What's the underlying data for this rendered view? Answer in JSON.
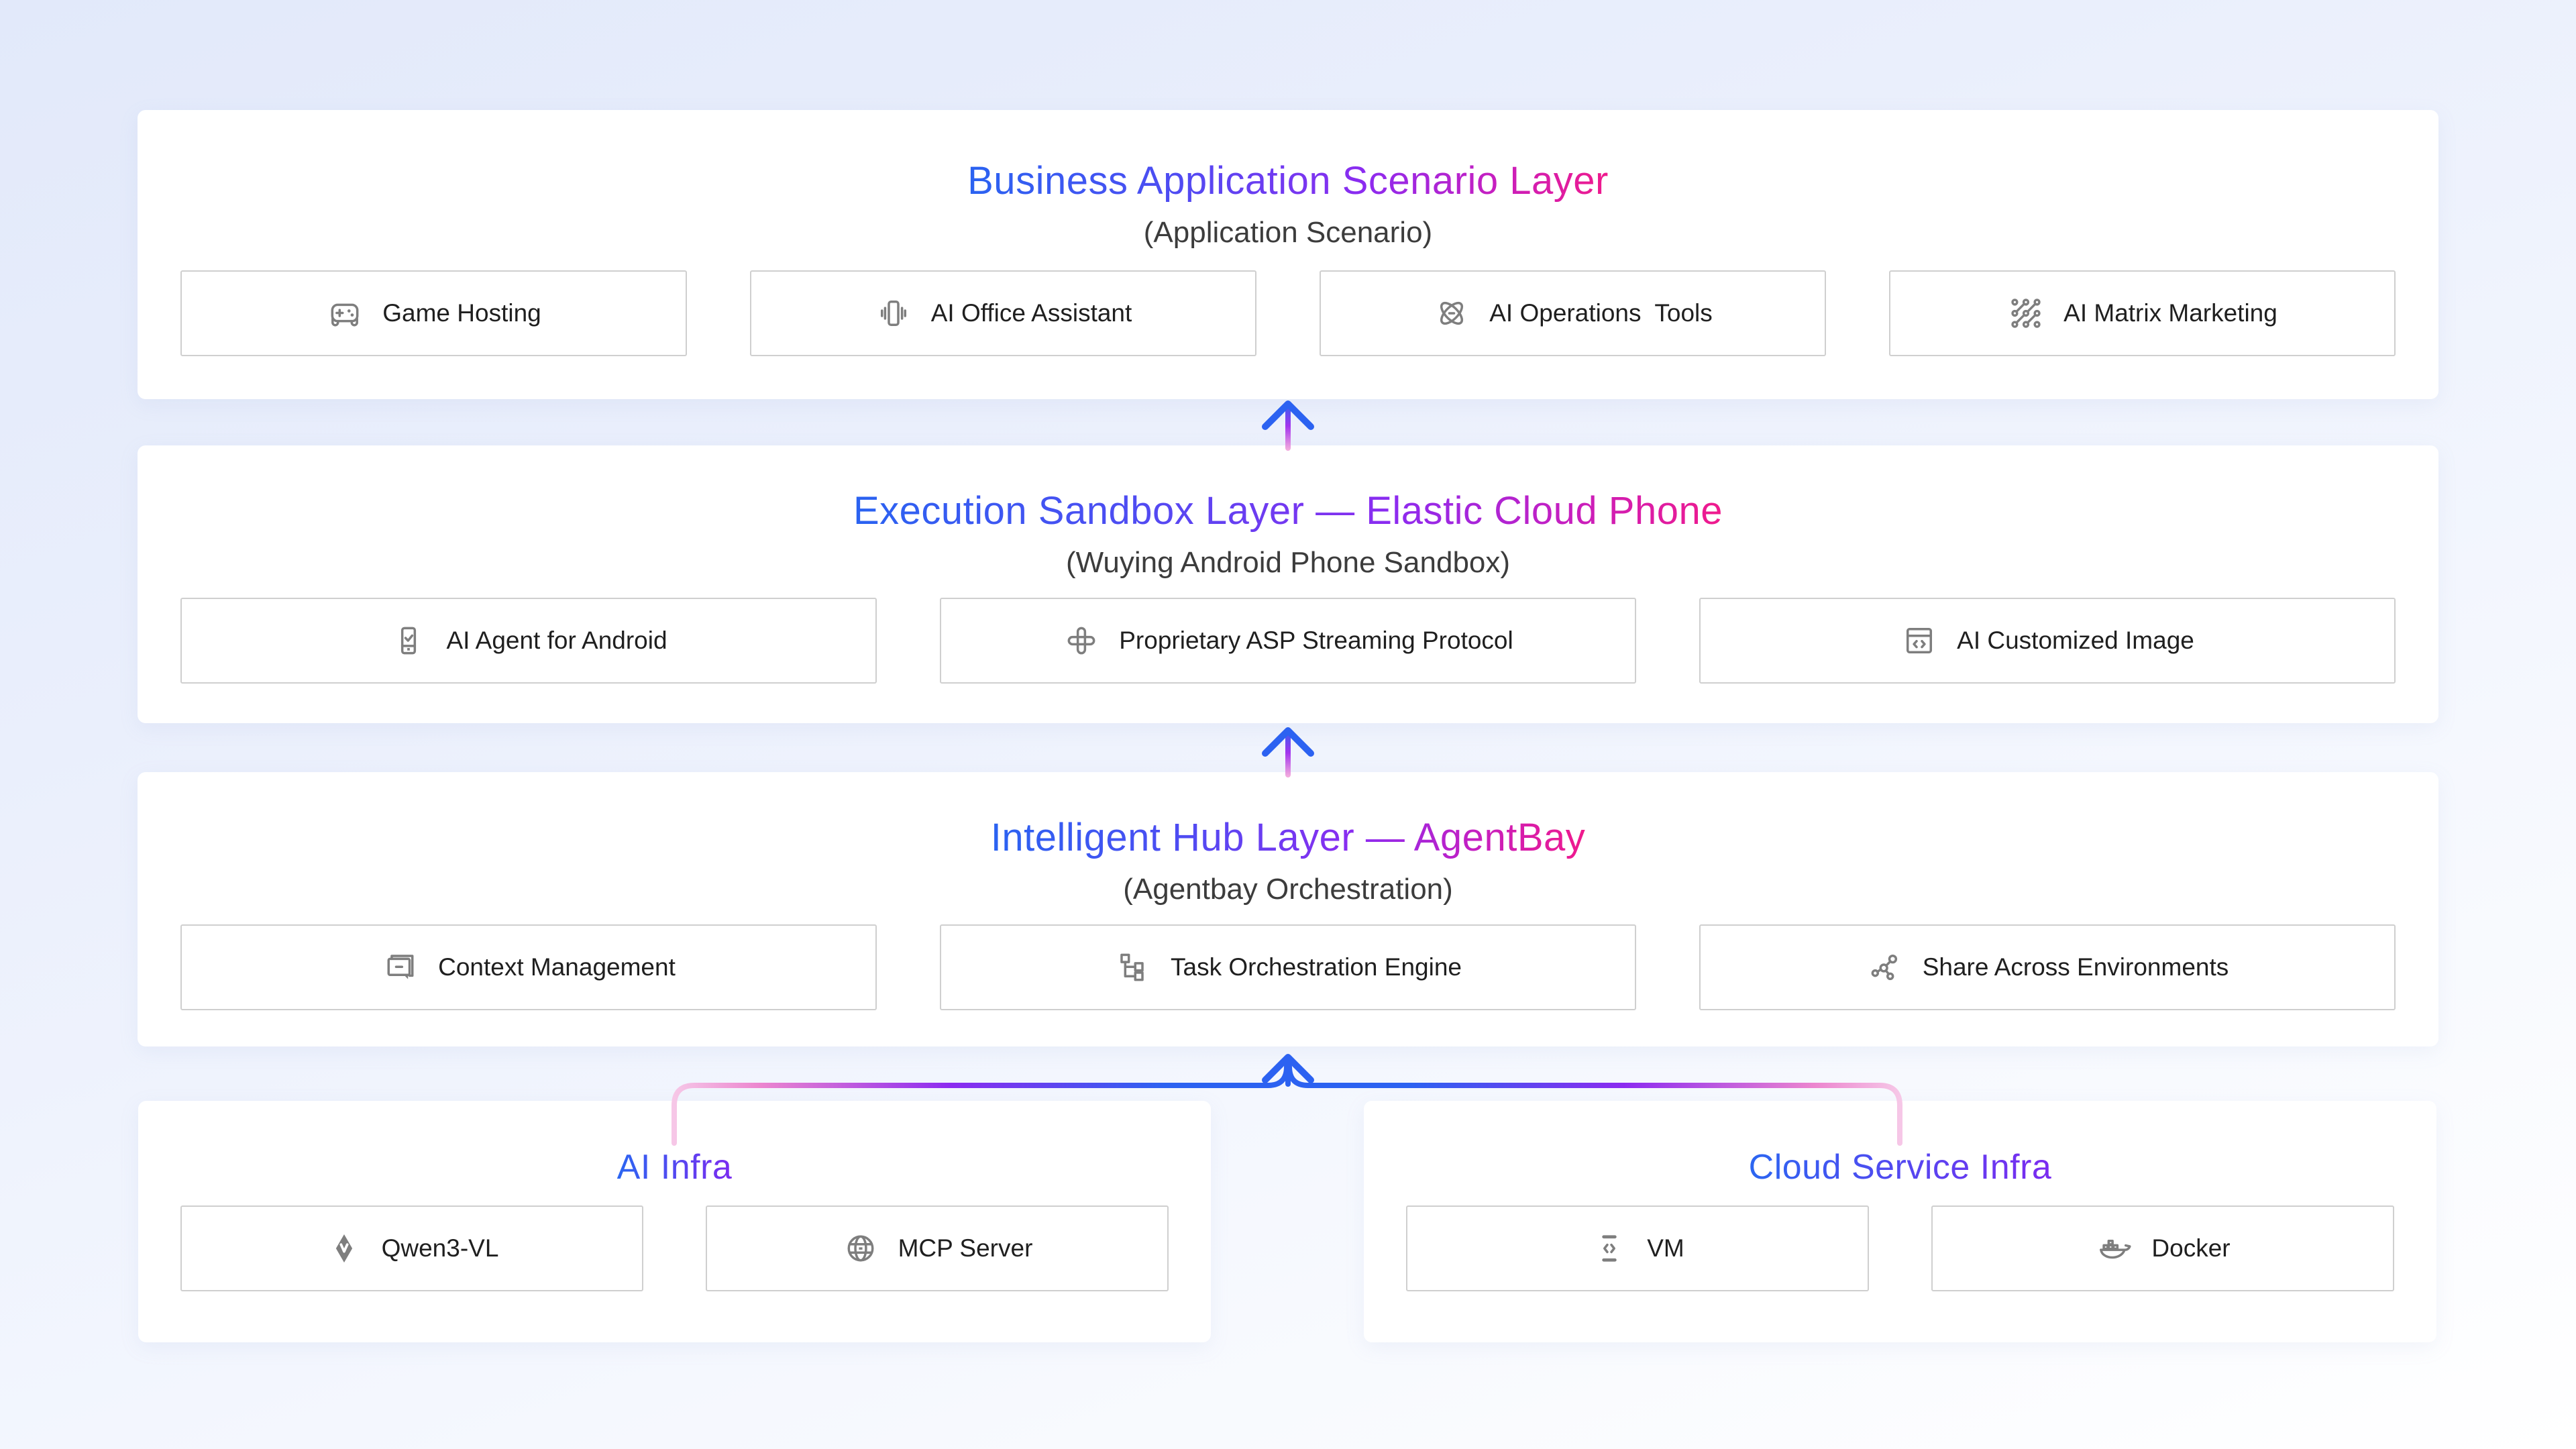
{
  "page": {
    "background_top": "#e2e9fa",
    "background_bottom": "#ffffff",
    "card_background": "#ffffff"
  },
  "colors": {
    "layer_title_gradient": [
      "#2a63f1",
      "#8c2bf0",
      "#f01a8c"
    ],
    "infra_title_gradient": [
      "#2b66f1",
      "#7b2bf0"
    ],
    "arrow_gradient": [
      "#f2aade",
      "#a335ee",
      "#2c62f1"
    ],
    "box_border": "#cfcfcf",
    "box_text": "#1f1f1f",
    "icon_gray": "#7e7e7e",
    "subtitle_text": "#3c3c3c"
  },
  "layers": [
    {
      "id": "business-application",
      "title": "Business Application Scenario Layer",
      "subtitle": "(Application Scenario)",
      "items": [
        {
          "label": "Game Hosting",
          "icon": "gamepad-icon"
        },
        {
          "label": "AI Office Assistant",
          "icon": "phone-vibrate-icon"
        },
        {
          "label": "AI Operations  Tools",
          "icon": "atom-icon"
        },
        {
          "label": "AI Matrix Marketing",
          "icon": "matrix-nodes-icon"
        }
      ]
    },
    {
      "id": "execution-sandbox",
      "title": "Execution Sandbox Layer — Elastic Cloud Phone",
      "subtitle": "(Wuying Android Phone Sandbox)",
      "items": [
        {
          "label": "AI Agent for Android",
          "icon": "phone-check-icon"
        },
        {
          "label": "Proprietary ASP Streaming Protocol",
          "icon": "cross-connector-icon"
        },
        {
          "label": "AI Customized Image",
          "icon": "window-code-icon"
        }
      ]
    },
    {
      "id": "intelligent-hub",
      "title": "Intelligent Hub Layer — AgentBay",
      "subtitle": "(Agentbay Orchestration)",
      "items": [
        {
          "label": "Context Management",
          "icon": "chat-bubbles-icon"
        },
        {
          "label": "Task Orchestration Engine",
          "icon": "org-tree-icon"
        },
        {
          "label": "Share Across Environments",
          "icon": "share-nodes-icon"
        }
      ]
    }
  ],
  "infra": [
    {
      "id": "ai-infra",
      "title": "AI Infra",
      "items": [
        {
          "label": "Qwen3-VL",
          "icon": "qwen-logo-icon"
        },
        {
          "label": "MCP Server",
          "icon": "globe-icon"
        }
      ]
    },
    {
      "id": "cloud-service-infra",
      "title": "Cloud Service Infra",
      "items": [
        {
          "label": "VM",
          "icon": "vm-brackets-icon"
        },
        {
          "label": "Docker",
          "icon": "docker-whale-icon"
        }
      ]
    }
  ]
}
